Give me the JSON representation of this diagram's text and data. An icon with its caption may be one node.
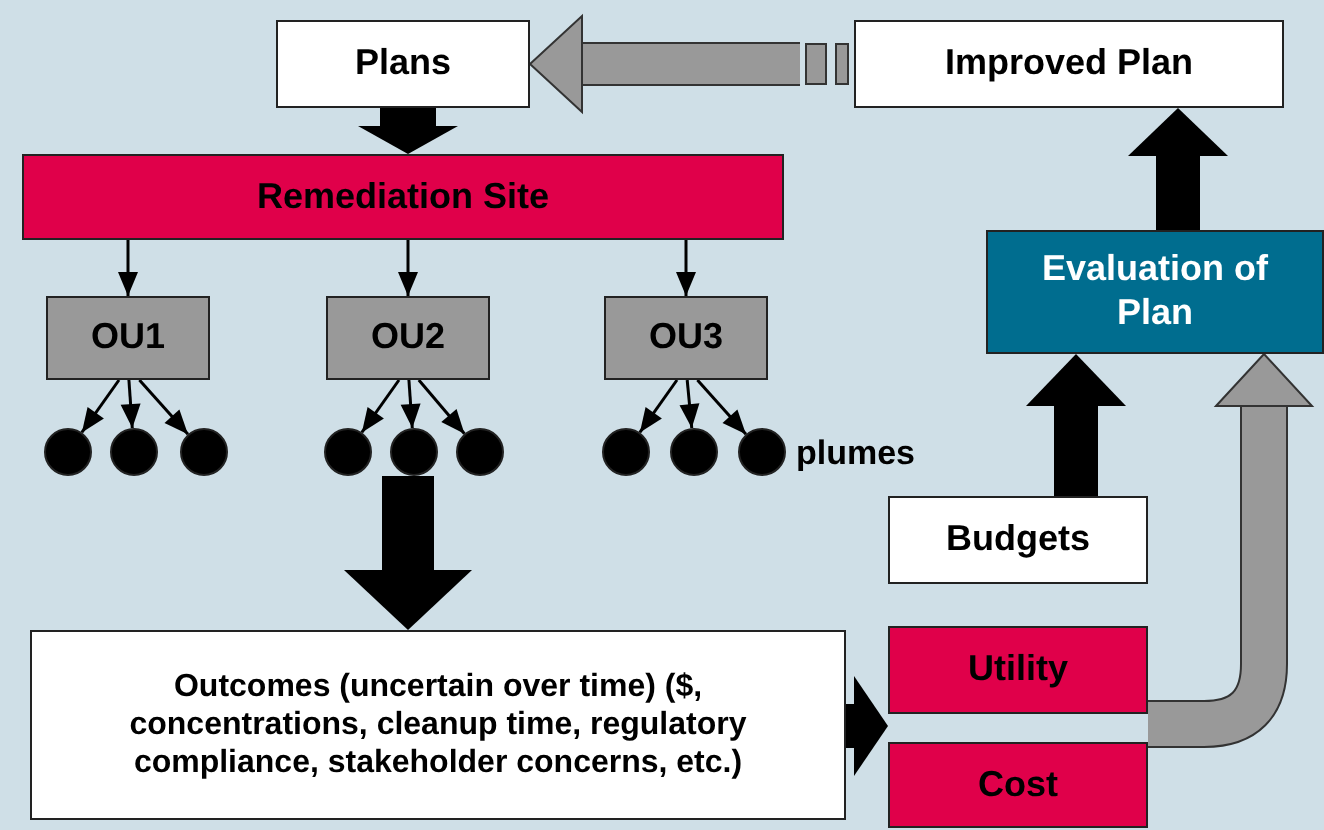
{
  "diagram": {
    "nodes": [
      {
        "text": [
          "Plans"
        ]
      },
      {
        "text": [
          "Improved Plan"
        ]
      },
      {
        "text": [
          "Remediation Site"
        ]
      },
      {
        "text": [
          "OU1"
        ]
      },
      {
        "text": [
          "OU2"
        ]
      },
      {
        "text": [
          "OU3"
        ]
      },
      {
        "text": [],
        "shape": "circle"
      },
      {
        "text": [],
        "shape": "circle"
      },
      {
        "text": [],
        "shape": "circle"
      },
      {
        "text": [],
        "shape": "circle"
      },
      {
        "text": [],
        "shape": "circle"
      },
      {
        "text": [],
        "shape": "circle"
      },
      {
        "text": [],
        "shape": "circle"
      },
      {
        "text": [],
        "shape": "circle"
      },
      {
        "text": [],
        "shape": "circle"
      },
      {
        "text": [
          "Outcomes (uncertain over time) ($, concentrations, cleanup time, regulatory compliance, stakeholder concerns, etc.)"
        ]
      },
      {
        "text": [
          "Evaluation of Plan"
        ]
      },
      {
        "text": [
          "Budgets"
        ]
      },
      {
        "text": [
          "Utility"
        ]
      },
      {
        "text": [
          "Cost"
        ]
      }
    ],
    "edges": [
      {
        "from": 1,
        "to": 0,
        "arrow": "to",
        "style": "thick",
        "color": "#999999"
      },
      {
        "from": 0,
        "to": 2,
        "arrow": "to",
        "style": "thick"
      },
      {
        "from": 2,
        "to": 3,
        "arrow": "to"
      },
      {
        "from": 2,
        "to": 4,
        "arrow": "to"
      },
      {
        "from": 2,
        "to": 5,
        "arrow": "to"
      },
      {
        "from": 3,
        "to": 6,
        "arrow": "to"
      },
      {
        "from": 3,
        "to": 7,
        "arrow": "to"
      },
      {
        "from": 3,
        "to": 8,
        "arrow": "to"
      },
      {
        "from": 4,
        "to": 9,
        "arrow": "to"
      },
      {
        "from": 4,
        "to": 10,
        "arrow": "to"
      },
      {
        "from": 4,
        "to": 11,
        "arrow": "to"
      },
      {
        "from": 5,
        "to": 12,
        "arrow": "to"
      },
      {
        "from": 5,
        "to": 13,
        "arrow": "to"
      },
      {
        "from": 5,
        "to": 14,
        "arrow": "to"
      },
      {
        "from": 10,
        "to": 15,
        "arrow": "to",
        "style": "thick"
      },
      {
        "from": 15,
        "to": 18,
        "arrow": "to",
        "style": "thick"
      },
      {
        "from": 15,
        "to": 19,
        "arrow": "to",
        "style": "thick"
      },
      {
        "from": 18,
        "to": 16,
        "arrow": "to",
        "style": "thick",
        "color": "#999999"
      },
      {
        "from": 19,
        "to": 16,
        "arrow": "to",
        "style": "thick",
        "color": "#999999"
      },
      {
        "from": 17,
        "to": 16,
        "arrow": "to",
        "style": "thick"
      },
      {
        "from": 16,
        "to": 1,
        "arrow": "to",
        "style": "thick"
      }
    ],
    "labels": [
      "plumes"
    ]
  }
}
